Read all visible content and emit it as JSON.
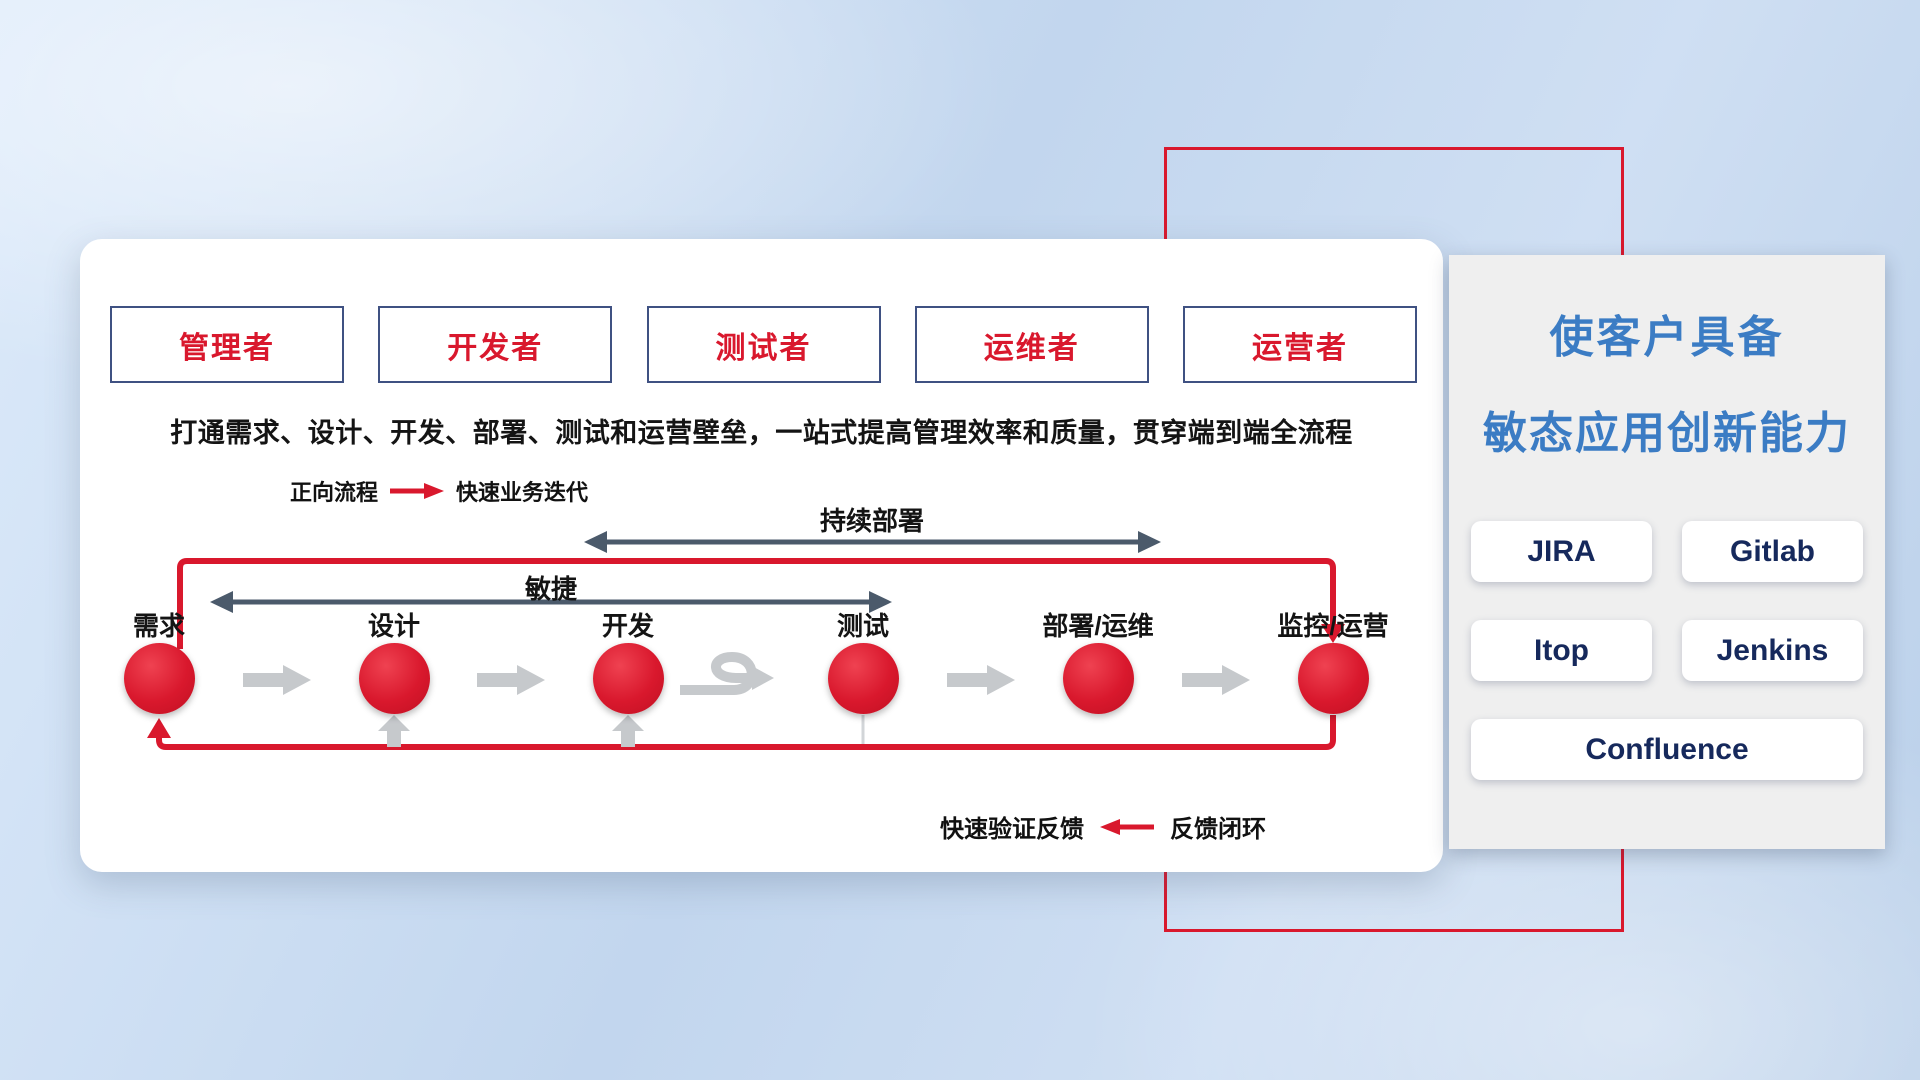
{
  "colors": {
    "red": "#d9182d",
    "title_blue": "#3b7cc4",
    "tool_navy": "#16295c",
    "arrow_dark": "#4b5a6b",
    "arrow_gray": "#c6c9cc",
    "role_border": "#3f5182"
  },
  "card": {
    "roles": [
      "管理者",
      "开发者",
      "测试者",
      "运维者",
      "运营者"
    ],
    "description": "打通需求、设计、开发、部署、测试和运营壁垒，一站式提高管理效率和质量，贯穿端到端全流程",
    "forward_legend": {
      "label": "正向流程",
      "value": "快速业务迭代"
    },
    "deploy_arrow_label": "持续部署",
    "agile_arrow_label": "敏捷",
    "stages": [
      "需求",
      "设计",
      "开发",
      "测试",
      "部署/运维",
      "监控/运营"
    ],
    "feedback_legend": {
      "value": "快速验证反馈",
      "label": "反馈闭环"
    }
  },
  "panel": {
    "title_line1": "使客户具备",
    "title_line2": "敏态应用创新能力",
    "tools": [
      "JIRA",
      "Gitlab",
      "Itop",
      "Jenkins",
      "Confluence"
    ]
  }
}
